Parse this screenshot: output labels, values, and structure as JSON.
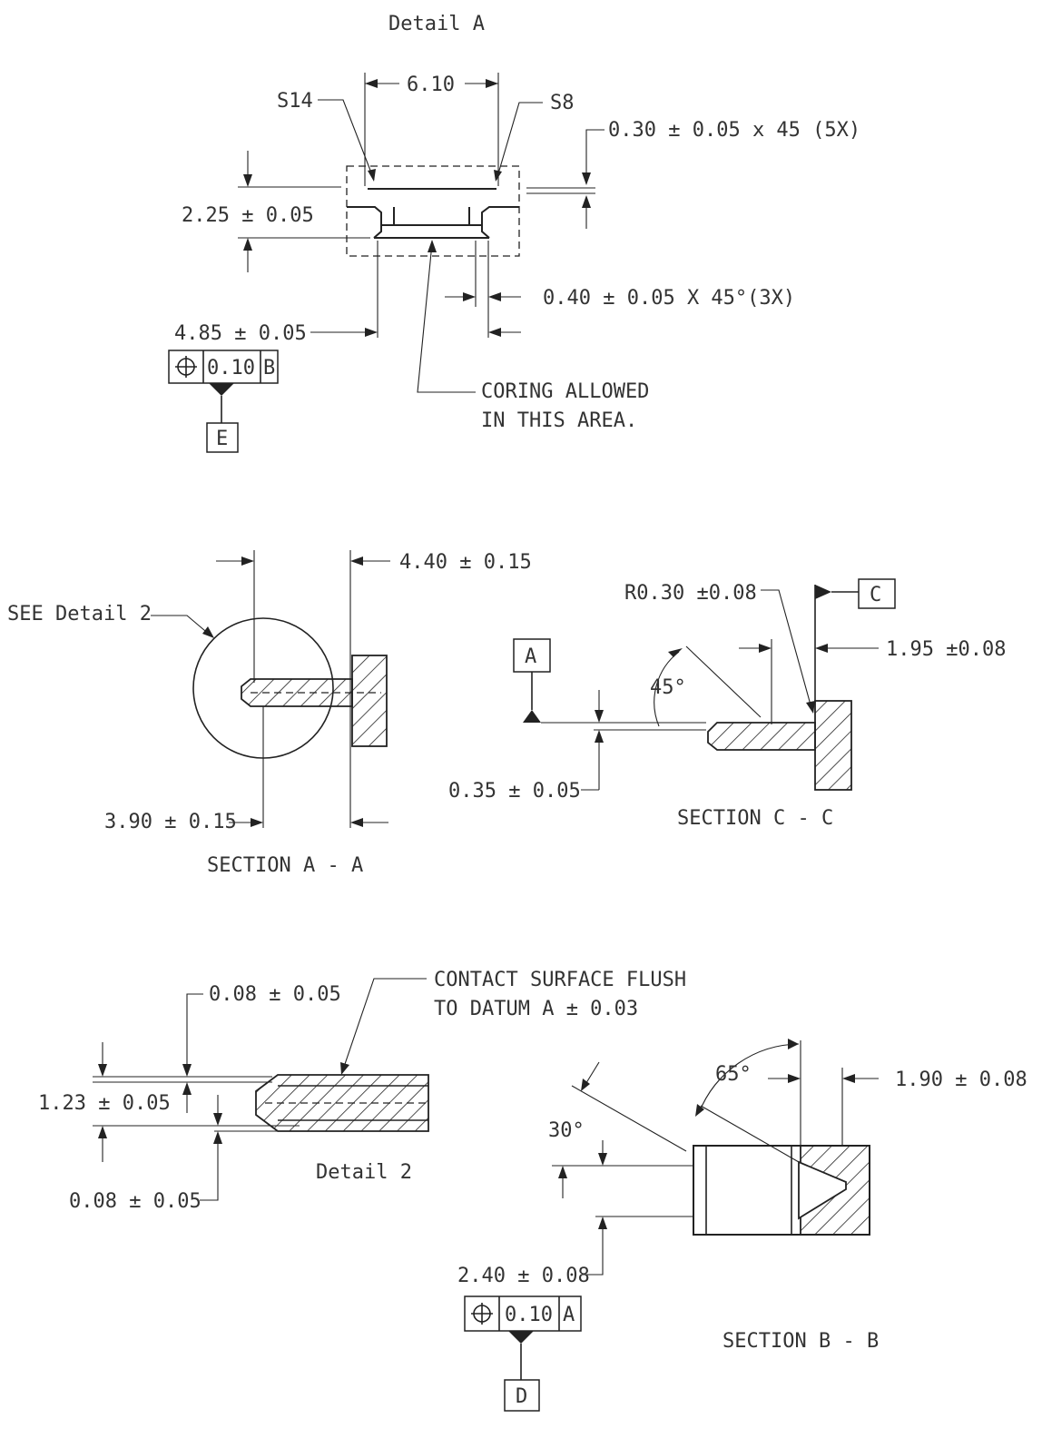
{
  "detail_a": {
    "title": "Detail A",
    "dim_width": "6.10",
    "label_s14": "S14",
    "label_s8": "S8",
    "chamfer_top": "0.30 ± 0.05 x 45 (5X)",
    "height": "2.25 ± 0.05",
    "chamfer_bottom": "0.40 ± 0.05 X 45°(3X)",
    "position": "4.85 ± 0.05",
    "fcf": {
      "tolerance": "0.10",
      "datum": "B"
    },
    "datum_label": "E",
    "note_line1": "CORING ALLOWED",
    "note_line2": "IN THIS AREA."
  },
  "section_a": {
    "title": "SECTION A - A",
    "see_detail": "SEE Detail 2",
    "dim_top": "4.40 ± 0.15",
    "dim_bottom": "3.90 ± 0.15"
  },
  "section_c": {
    "title": "SECTION C - C",
    "radius": "R0.30 ±0.08",
    "datum_c": "C",
    "datum_a": "A",
    "dim_right": "1.95 ±0.08",
    "angle": "45°",
    "dim_bottom": "0.35 ± 0.05"
  },
  "detail_2": {
    "title": "Detail 2",
    "dim_top": "0.08 ± 0.05",
    "note_line1": "CONTACT SURFACE FLUSH",
    "note_line2": "TO DATUM A ± 0.03",
    "dim_left": "1.23 ± 0.05",
    "dim_bottom": "0.08 ± 0.05"
  },
  "section_b": {
    "title": "SECTION B - B",
    "angle_65": "65°",
    "dim_right": "1.90 ± 0.08",
    "angle_30": "30°",
    "dim_bottom": "2.40 ± 0.08",
    "fcf": {
      "tolerance": "0.10",
      "datum": "A"
    },
    "datum_label": "D"
  }
}
